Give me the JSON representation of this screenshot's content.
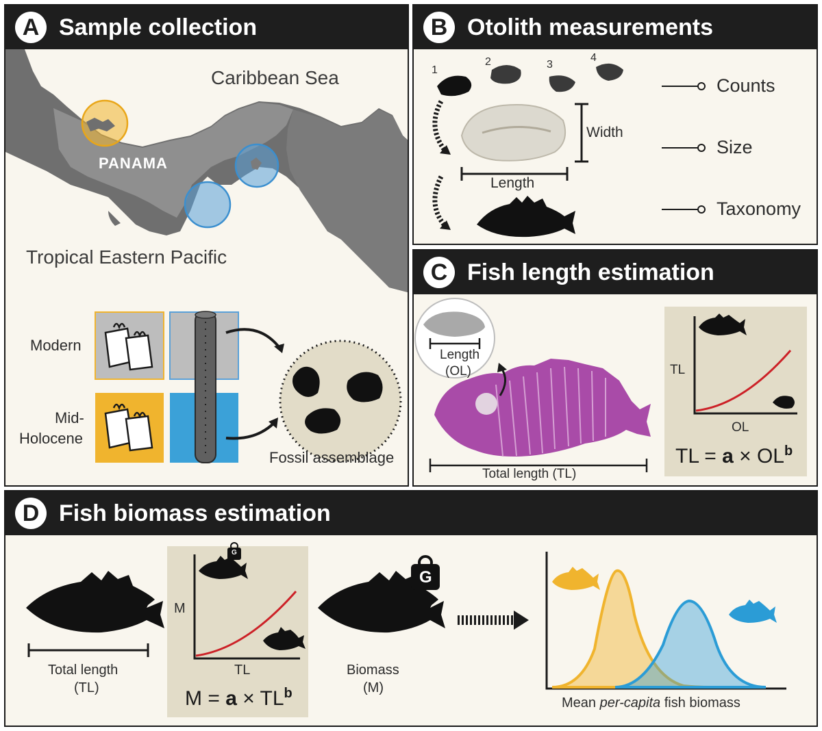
{
  "panel_a": {
    "letter": "A",
    "title": "Sample collection",
    "map_labels": {
      "sea": "Caribbean Sea",
      "country": "PANAMA",
      "ocean": "Tropical Eastern Pacific"
    },
    "rows": {
      "modern": "Modern",
      "mid_1": "Mid-",
      "mid_2": "Holocene"
    },
    "assemblage_label": "Fossil assemblage",
    "colors": {
      "mid_holocene": "#f0b42e",
      "modern_fill": "#bdbdbd",
      "modern_border": "#5aa0d8",
      "water": "#3ba1d8"
    }
  },
  "panel_b": {
    "letter": "B",
    "title": "Otolith measurements",
    "otolith_numbers": [
      "1",
      "2",
      "3",
      "4"
    ],
    "width_label": "Width",
    "length_label": "Length",
    "measures": [
      "Counts",
      "Size",
      "Taxonomy"
    ]
  },
  "panel_c": {
    "letter": "C",
    "title": "Fish length estimation",
    "ol_label_1": "Length",
    "ol_label_2": "(OL)",
    "tl_caption": "Total length (TL)",
    "graph": {
      "y_label": "TL",
      "x_label": "OL"
    },
    "equation": {
      "lhs": "TL = ",
      "a": "a",
      "mid": " × OL",
      "b": "b"
    },
    "colors": {
      "fish": "#9b2d9b",
      "curve": "#cc2127"
    }
  },
  "panel_d": {
    "letter": "D",
    "title": "Fish biomass estimation",
    "tl_label_1": "Total length",
    "tl_label_2": "(TL)",
    "graph": {
      "y_label": "M",
      "x_label": "TL"
    },
    "weight_small": "G",
    "weight_big": "G",
    "equation": {
      "lhs": "M = ",
      "a": "a",
      "mid": " × TL",
      "b": "b"
    },
    "biomass_label_1": "Biomass",
    "biomass_label_2": "(M)",
    "dist_caption_pre": "Mean ",
    "dist_caption_em": "per-capita",
    "dist_caption_post": " fish biomass",
    "colors": {
      "mid_holocene": "#f0b42e",
      "modern": "#2b9cd6",
      "curve": "#cc2127"
    }
  }
}
